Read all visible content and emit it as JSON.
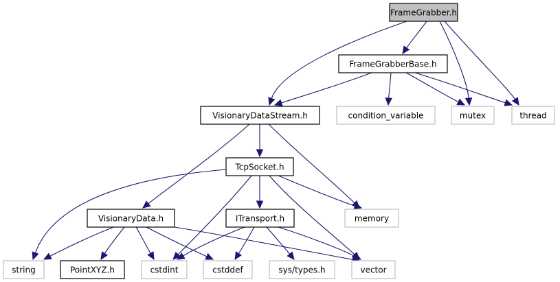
{
  "diagram": {
    "type": "include-dependency-graph",
    "edge_color": "#191970",
    "root_fill": "#bfbfbf",
    "nodes": [
      {
        "id": "framegrabber",
        "label": "FrameGrabber.h",
        "kind": "root"
      },
      {
        "id": "framegrabberbase",
        "label": "FrameGrabberBase.h",
        "kind": "internal"
      },
      {
        "id": "visionarydatastream",
        "label": "VisionaryDataStream.h",
        "kind": "internal"
      },
      {
        "id": "condition_variable",
        "label": "condition_variable",
        "kind": "external"
      },
      {
        "id": "mutex",
        "label": "mutex",
        "kind": "external"
      },
      {
        "id": "thread",
        "label": "thread",
        "kind": "external"
      },
      {
        "id": "tcpsocket",
        "label": "TcpSocket.h",
        "kind": "internal"
      },
      {
        "id": "visionarydata",
        "label": "VisionaryData.h",
        "kind": "internal"
      },
      {
        "id": "itransport",
        "label": "ITransport.h",
        "kind": "internal"
      },
      {
        "id": "memory",
        "label": "memory",
        "kind": "external"
      },
      {
        "id": "string",
        "label": "string",
        "kind": "external"
      },
      {
        "id": "pointxyz",
        "label": "PointXYZ.h",
        "kind": "internal"
      },
      {
        "id": "cstdint",
        "label": "cstdint",
        "kind": "external"
      },
      {
        "id": "cstddef",
        "label": "cstddef",
        "kind": "external"
      },
      {
        "id": "systypes",
        "label": "sys/types.h",
        "kind": "external"
      },
      {
        "id": "vector",
        "label": "vector",
        "kind": "external"
      }
    ],
    "edges": [
      {
        "from": "framegrabber",
        "to": "framegrabberbase"
      },
      {
        "from": "framegrabber",
        "to": "visionarydatastream"
      },
      {
        "from": "framegrabber",
        "to": "mutex"
      },
      {
        "from": "framegrabber",
        "to": "thread"
      },
      {
        "from": "framegrabberbase",
        "to": "visionarydatastream"
      },
      {
        "from": "framegrabberbase",
        "to": "condition_variable"
      },
      {
        "from": "framegrabberbase",
        "to": "mutex"
      },
      {
        "from": "framegrabberbase",
        "to": "thread"
      },
      {
        "from": "visionarydatastream",
        "to": "tcpsocket"
      },
      {
        "from": "visionarydatastream",
        "to": "visionarydata"
      },
      {
        "from": "visionarydatastream",
        "to": "memory"
      },
      {
        "from": "tcpsocket",
        "to": "string"
      },
      {
        "from": "tcpsocket",
        "to": "cstdint"
      },
      {
        "from": "tcpsocket",
        "to": "itransport"
      },
      {
        "from": "tcpsocket",
        "to": "memory"
      },
      {
        "from": "tcpsocket",
        "to": "vector"
      },
      {
        "from": "visionarydata",
        "to": "string"
      },
      {
        "from": "visionarydata",
        "to": "pointxyz"
      },
      {
        "from": "visionarydata",
        "to": "cstdint"
      },
      {
        "from": "visionarydata",
        "to": "cstddef"
      },
      {
        "from": "visionarydata",
        "to": "vector"
      },
      {
        "from": "itransport",
        "to": "cstdint"
      },
      {
        "from": "itransport",
        "to": "cstddef"
      },
      {
        "from": "itransport",
        "to": "systypes"
      },
      {
        "from": "itransport",
        "to": "vector"
      }
    ]
  }
}
